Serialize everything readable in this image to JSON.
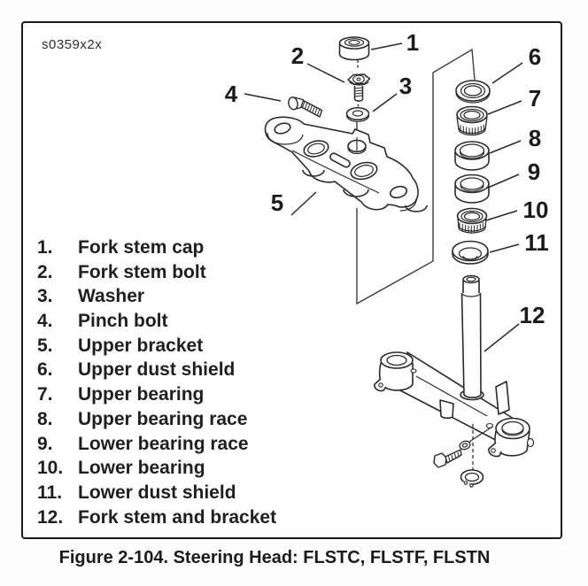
{
  "figure": {
    "code": "s0359x2x",
    "caption": "Figure 2-104. Steering Head: FLSTC, FLSTF, FLSTN"
  },
  "callouts": [
    "1",
    "2",
    "3",
    "4",
    "5",
    "6",
    "7",
    "8",
    "9",
    "10",
    "11",
    "12"
  ],
  "legend": {
    "items": [
      {
        "num": "1.",
        "label": "Fork stem cap"
      },
      {
        "num": "2.",
        "label": "Fork stem bolt"
      },
      {
        "num": "3.",
        "label": "Washer"
      },
      {
        "num": "4.",
        "label": "Pinch bolt"
      },
      {
        "num": "5.",
        "label": "Upper bracket"
      },
      {
        "num": "6.",
        "label": "Upper dust shield"
      },
      {
        "num": "7.",
        "label": "Upper bearing"
      },
      {
        "num": "8.",
        "label": "Upper bearing race"
      },
      {
        "num": "9.",
        "label": "Lower bearing race"
      },
      {
        "num": "10.",
        "label": "Lower bearing"
      },
      {
        "num": "11.",
        "label": "Lower dust shield"
      },
      {
        "num": "12.",
        "label": "Fork stem and bracket"
      }
    ]
  },
  "colors": {
    "line": "#2a2a2a",
    "text": "#1b1b1b",
    "border": "#1b1b1b",
    "background": "#ffffff"
  }
}
